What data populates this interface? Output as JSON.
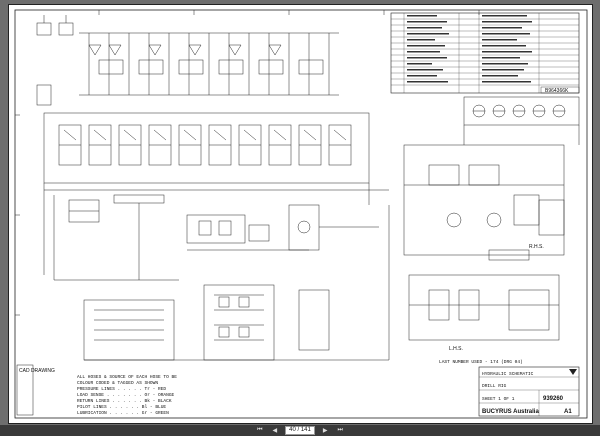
{
  "sheet": {
    "drawing_number": "B964366K",
    "title_left": "CAD DRAWING",
    "notes": {
      "line1": "ALL HOSES & SOURCE OF EACH HOSE TO BE",
      "line2": "COLOUR CODED & TAGGED AS SHOWN",
      "line3": "PRESSURE LINES . . . . . Tr - RED",
      "line4": "LOAD SENSE . . . . . . . Or - ORANGE",
      "line5": "RETURN LINES . . . . . . Bk - BLACK",
      "line6": "PILOT LINES . . . . . . Bl - BLUE",
      "line7": "LUBRICATION . . . . . . Gr - GREEN"
    },
    "last_number": "LAST NUMBER USED - 174 (DRG 04)",
    "title_block": {
      "company": "BUCYRUS Australia",
      "dwg_no": "939260",
      "title1": "HYDRAULIC SCHEMATIC",
      "title2": "DRILL RIG",
      "sheet": "SHEET 1 OF 1",
      "rev": "A1"
    },
    "labels": {
      "lhs": "L.H.S.",
      "rhs": "R.H.S."
    }
  },
  "viewer": {
    "page_current": "40",
    "page_total": "141",
    "page_display": "40 / 141",
    "first_icon": "first-page-icon",
    "prev_icon": "prev-page-icon",
    "next_icon": "next-page-icon",
    "last_icon": "last-page-icon"
  }
}
